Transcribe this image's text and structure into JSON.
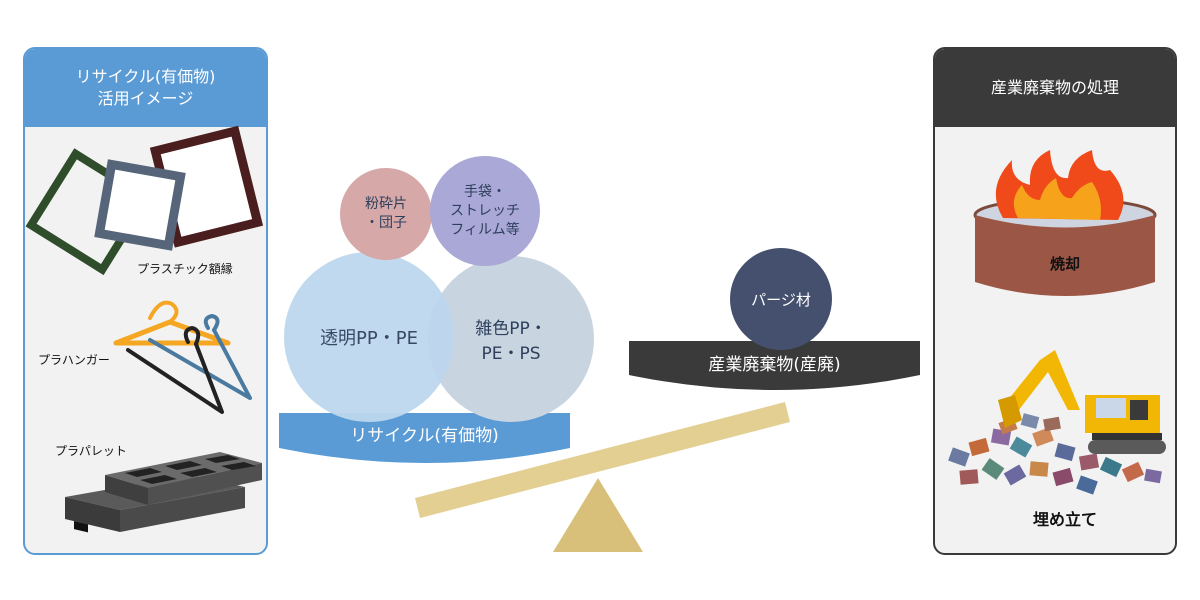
{
  "left_panel": {
    "title_line1": "リサイクル(有価物)",
    "title_line2": "活用イメージ",
    "items": [
      {
        "label": "プラスチック額縁"
      },
      {
        "label": "プラハンガー"
      },
      {
        "label": "プラパレット"
      }
    ]
  },
  "right_panel": {
    "title": "産業廃棄物の処理",
    "items": [
      {
        "label": "焼却"
      },
      {
        "label": "埋め立て"
      }
    ]
  },
  "scale": {
    "left_base_label": "リサイクル(有価物)",
    "right_base_label": "産業廃棄物(産廃)",
    "left_circles": [
      {
        "line1": "透明PP・PE"
      },
      {
        "line1": "雑色PP・",
        "line2": "PE・PS"
      },
      {
        "line1": "粉砕片",
        "line2": "・団子"
      },
      {
        "line1": "手袋・",
        "line2": "ストレッチ",
        "line3": "フィルム等"
      }
    ],
    "right_circle": {
      "line1": "パージ材"
    }
  },
  "colors": {
    "blue_accent": "#5b9bd5",
    "dark": "#3a3a3a",
    "beam": "#e4cf93",
    "fulcrum": "#d9c07a",
    "circle_light_blue": "#bdd7ee",
    "circle_gray_blue": "#c8d4e0",
    "circle_pink": "#d6a8a8",
    "circle_lavender": "#a9a8d6",
    "circle_navy": "#44506e"
  }
}
